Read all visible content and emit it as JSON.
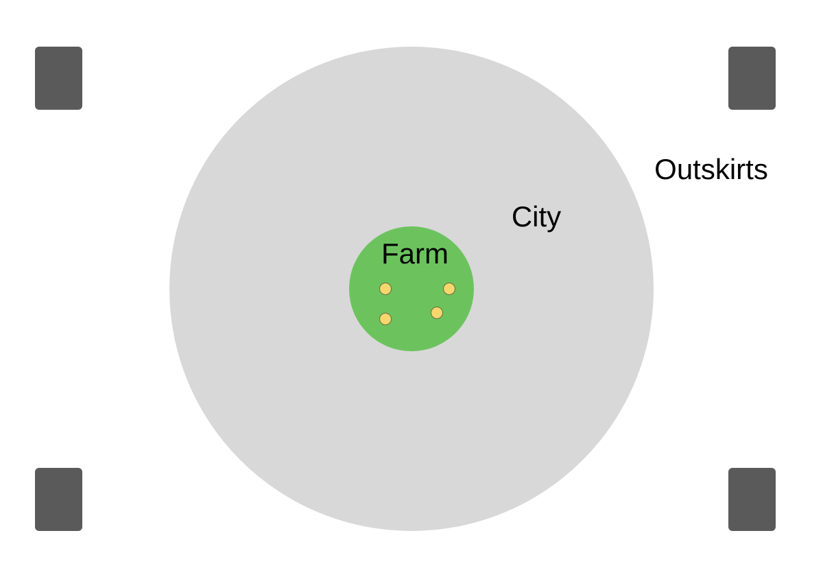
{
  "zones": {
    "outskirts": {
      "label": "Outskirts"
    },
    "city": {
      "label": "City",
      "color": "#d8d8d8"
    },
    "farm": {
      "label": "Farm",
      "color": "#6cc35e"
    }
  },
  "buildings": {
    "count": 4,
    "color": "#5a5a5a"
  },
  "crops": {
    "count": 4,
    "color": "#f5d76e",
    "outline": "#6b6b3a"
  }
}
